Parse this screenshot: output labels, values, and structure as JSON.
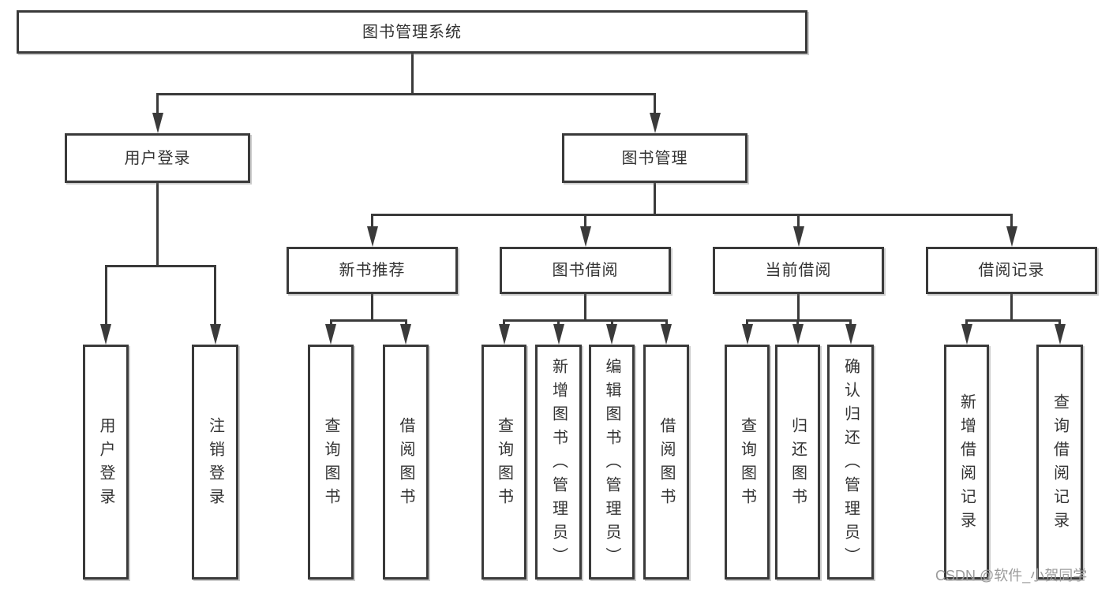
{
  "diagram": {
    "type": "hierarchy-flowchart",
    "title": "图书管理系统",
    "nodes": [
      {
        "id": "root",
        "label": "图书管理系统",
        "orientation": "horizontal",
        "level": 1
      },
      {
        "id": "user-login",
        "label": "用户登录",
        "orientation": "horizontal",
        "level": 2
      },
      {
        "id": "book-mgmt",
        "label": "图书管理",
        "orientation": "horizontal",
        "level": 2
      },
      {
        "id": "new-book-rec",
        "label": "新书推荐",
        "orientation": "horizontal",
        "level": 3
      },
      {
        "id": "book-borrow",
        "label": "图书借阅",
        "orientation": "horizontal",
        "level": 3
      },
      {
        "id": "current-borrow",
        "label": "当前借阅",
        "orientation": "horizontal",
        "level": 3
      },
      {
        "id": "borrow-records",
        "label": "借阅记录",
        "orientation": "horizontal",
        "level": 3
      },
      {
        "id": "ul-login",
        "label": "用户登录",
        "orientation": "vertical",
        "level": 4
      },
      {
        "id": "ul-logout",
        "label": "注销登录",
        "orientation": "vertical",
        "level": 4
      },
      {
        "id": "nbr-query",
        "label": "查询图书",
        "orientation": "vertical",
        "level": 4
      },
      {
        "id": "nbr-borrow",
        "label": "借阅图书",
        "orientation": "vertical",
        "level": 4
      },
      {
        "id": "bb-query",
        "label": "查询图书",
        "orientation": "vertical",
        "level": 4
      },
      {
        "id": "bb-add",
        "label": "新增图书（管理员）",
        "orientation": "vertical",
        "level": 4
      },
      {
        "id": "bb-edit",
        "label": "编辑图书（管理员）",
        "orientation": "vertical",
        "level": 4
      },
      {
        "id": "bb-borrow",
        "label": "借阅图书",
        "orientation": "vertical",
        "level": 4
      },
      {
        "id": "cb-query",
        "label": "查询图书",
        "orientation": "vertical",
        "level": 4
      },
      {
        "id": "cb-return",
        "label": "归还图书",
        "orientation": "vertical",
        "level": 4
      },
      {
        "id": "cb-confirm",
        "label": "确认归还（管理员）",
        "orientation": "vertical",
        "level": 4
      },
      {
        "id": "br-add",
        "label": "新增借阅记录",
        "orientation": "vertical",
        "level": 4
      },
      {
        "id": "br-query",
        "label": "查询借阅记录",
        "orientation": "vertical",
        "level": 4
      }
    ],
    "edges": [
      {
        "parent": "root",
        "children": [
          "user-login",
          "book-mgmt"
        ]
      },
      {
        "parent": "user-login",
        "children": [
          "ul-login",
          "ul-logout"
        ]
      },
      {
        "parent": "book-mgmt",
        "children": [
          "new-book-rec",
          "book-borrow",
          "current-borrow",
          "borrow-records"
        ]
      },
      {
        "parent": "new-book-rec",
        "children": [
          "nbr-query",
          "nbr-borrow"
        ]
      },
      {
        "parent": "book-borrow",
        "children": [
          "bb-query",
          "bb-add",
          "bb-edit",
          "bb-borrow"
        ]
      },
      {
        "parent": "current-borrow",
        "children": [
          "cb-query",
          "cb-return",
          "cb-confirm"
        ]
      },
      {
        "parent": "borrow-records",
        "children": [
          "br-add",
          "br-query"
        ]
      }
    ]
  },
  "watermark": {
    "text": "CSDN @软件_小贺同学"
  },
  "colors": {
    "line": "#3a3a3a",
    "box_fill": "#ffffff",
    "text": "#333333",
    "background": "#ffffff",
    "watermark": "#9b9b9b"
  }
}
